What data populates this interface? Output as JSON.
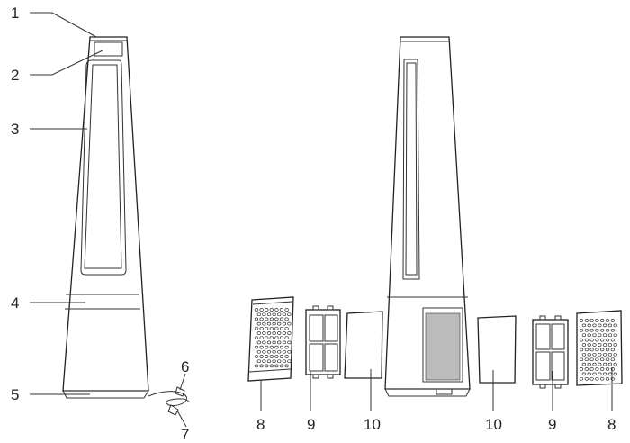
{
  "diagram": {
    "callouts": [
      {
        "id": "c1",
        "label": "1"
      },
      {
        "id": "c2",
        "label": "2"
      },
      {
        "id": "c3",
        "label": "3"
      },
      {
        "id": "c4",
        "label": "4"
      },
      {
        "id": "c5",
        "label": "5"
      },
      {
        "id": "c6",
        "label": "6"
      },
      {
        "id": "c7",
        "label": "7"
      },
      {
        "id": "c8a",
        "label": "8"
      },
      {
        "id": "c9a",
        "label": "9"
      },
      {
        "id": "c10a",
        "label": "10"
      },
      {
        "id": "c10b",
        "label": "10"
      },
      {
        "id": "c9b",
        "label": "9"
      },
      {
        "id": "c8b",
        "label": "8"
      }
    ],
    "line_color": "#333333"
  }
}
